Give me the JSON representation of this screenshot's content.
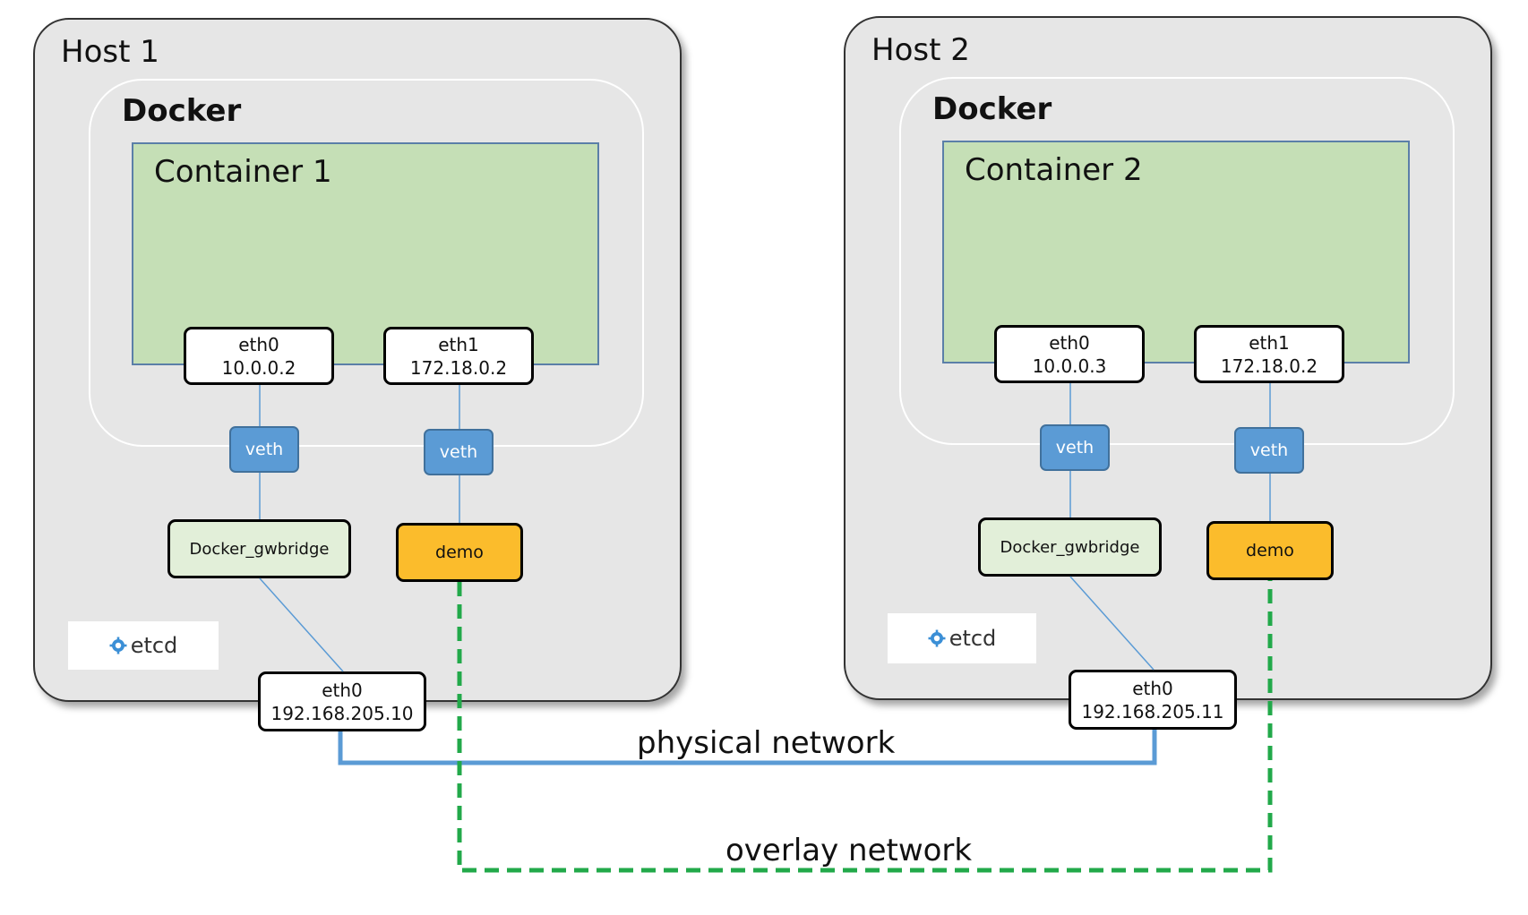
{
  "hosts": [
    {
      "title": "Host 1",
      "docker": "Docker",
      "container": "Container 1",
      "eth0": {
        "name": "eth0",
        "ip": "10.0.0.2"
      },
      "eth1": {
        "name": "eth1",
        "ip": "172.18.0.2"
      },
      "veth_a": "veth",
      "veth_b": "veth",
      "bridge": "Docker_gwbridge",
      "demo": "demo",
      "etcd": "etcd",
      "host_nic": {
        "name": "eth0",
        "ip": "192.168.205.10"
      }
    },
    {
      "title": "Host 2",
      "docker": "Docker",
      "container": "Container 2",
      "eth0": {
        "name": "eth0",
        "ip": "10.0.0.3"
      },
      "eth1": {
        "name": "eth1",
        "ip": "172.18.0.2"
      },
      "veth_a": "veth",
      "veth_b": "veth",
      "bridge": "Docker_gwbridge",
      "demo": "demo",
      "etcd": "etcd",
      "host_nic": {
        "name": "eth0",
        "ip": "192.168.205.11"
      }
    }
  ],
  "networks": {
    "physical": "physical network",
    "overlay": "overlay network"
  },
  "colors": {
    "host_bg": "#e6e6e6",
    "container_bg": "#c5dfb6",
    "veth_bg": "#5b9bd5",
    "bridge_bg": "#e2efd9",
    "demo_bg": "#fbbc2c",
    "physical_line": "#5b9bd5",
    "overlay_line": "#22a94a"
  },
  "icons": {
    "etcd": "etcd-logo-icon"
  }
}
